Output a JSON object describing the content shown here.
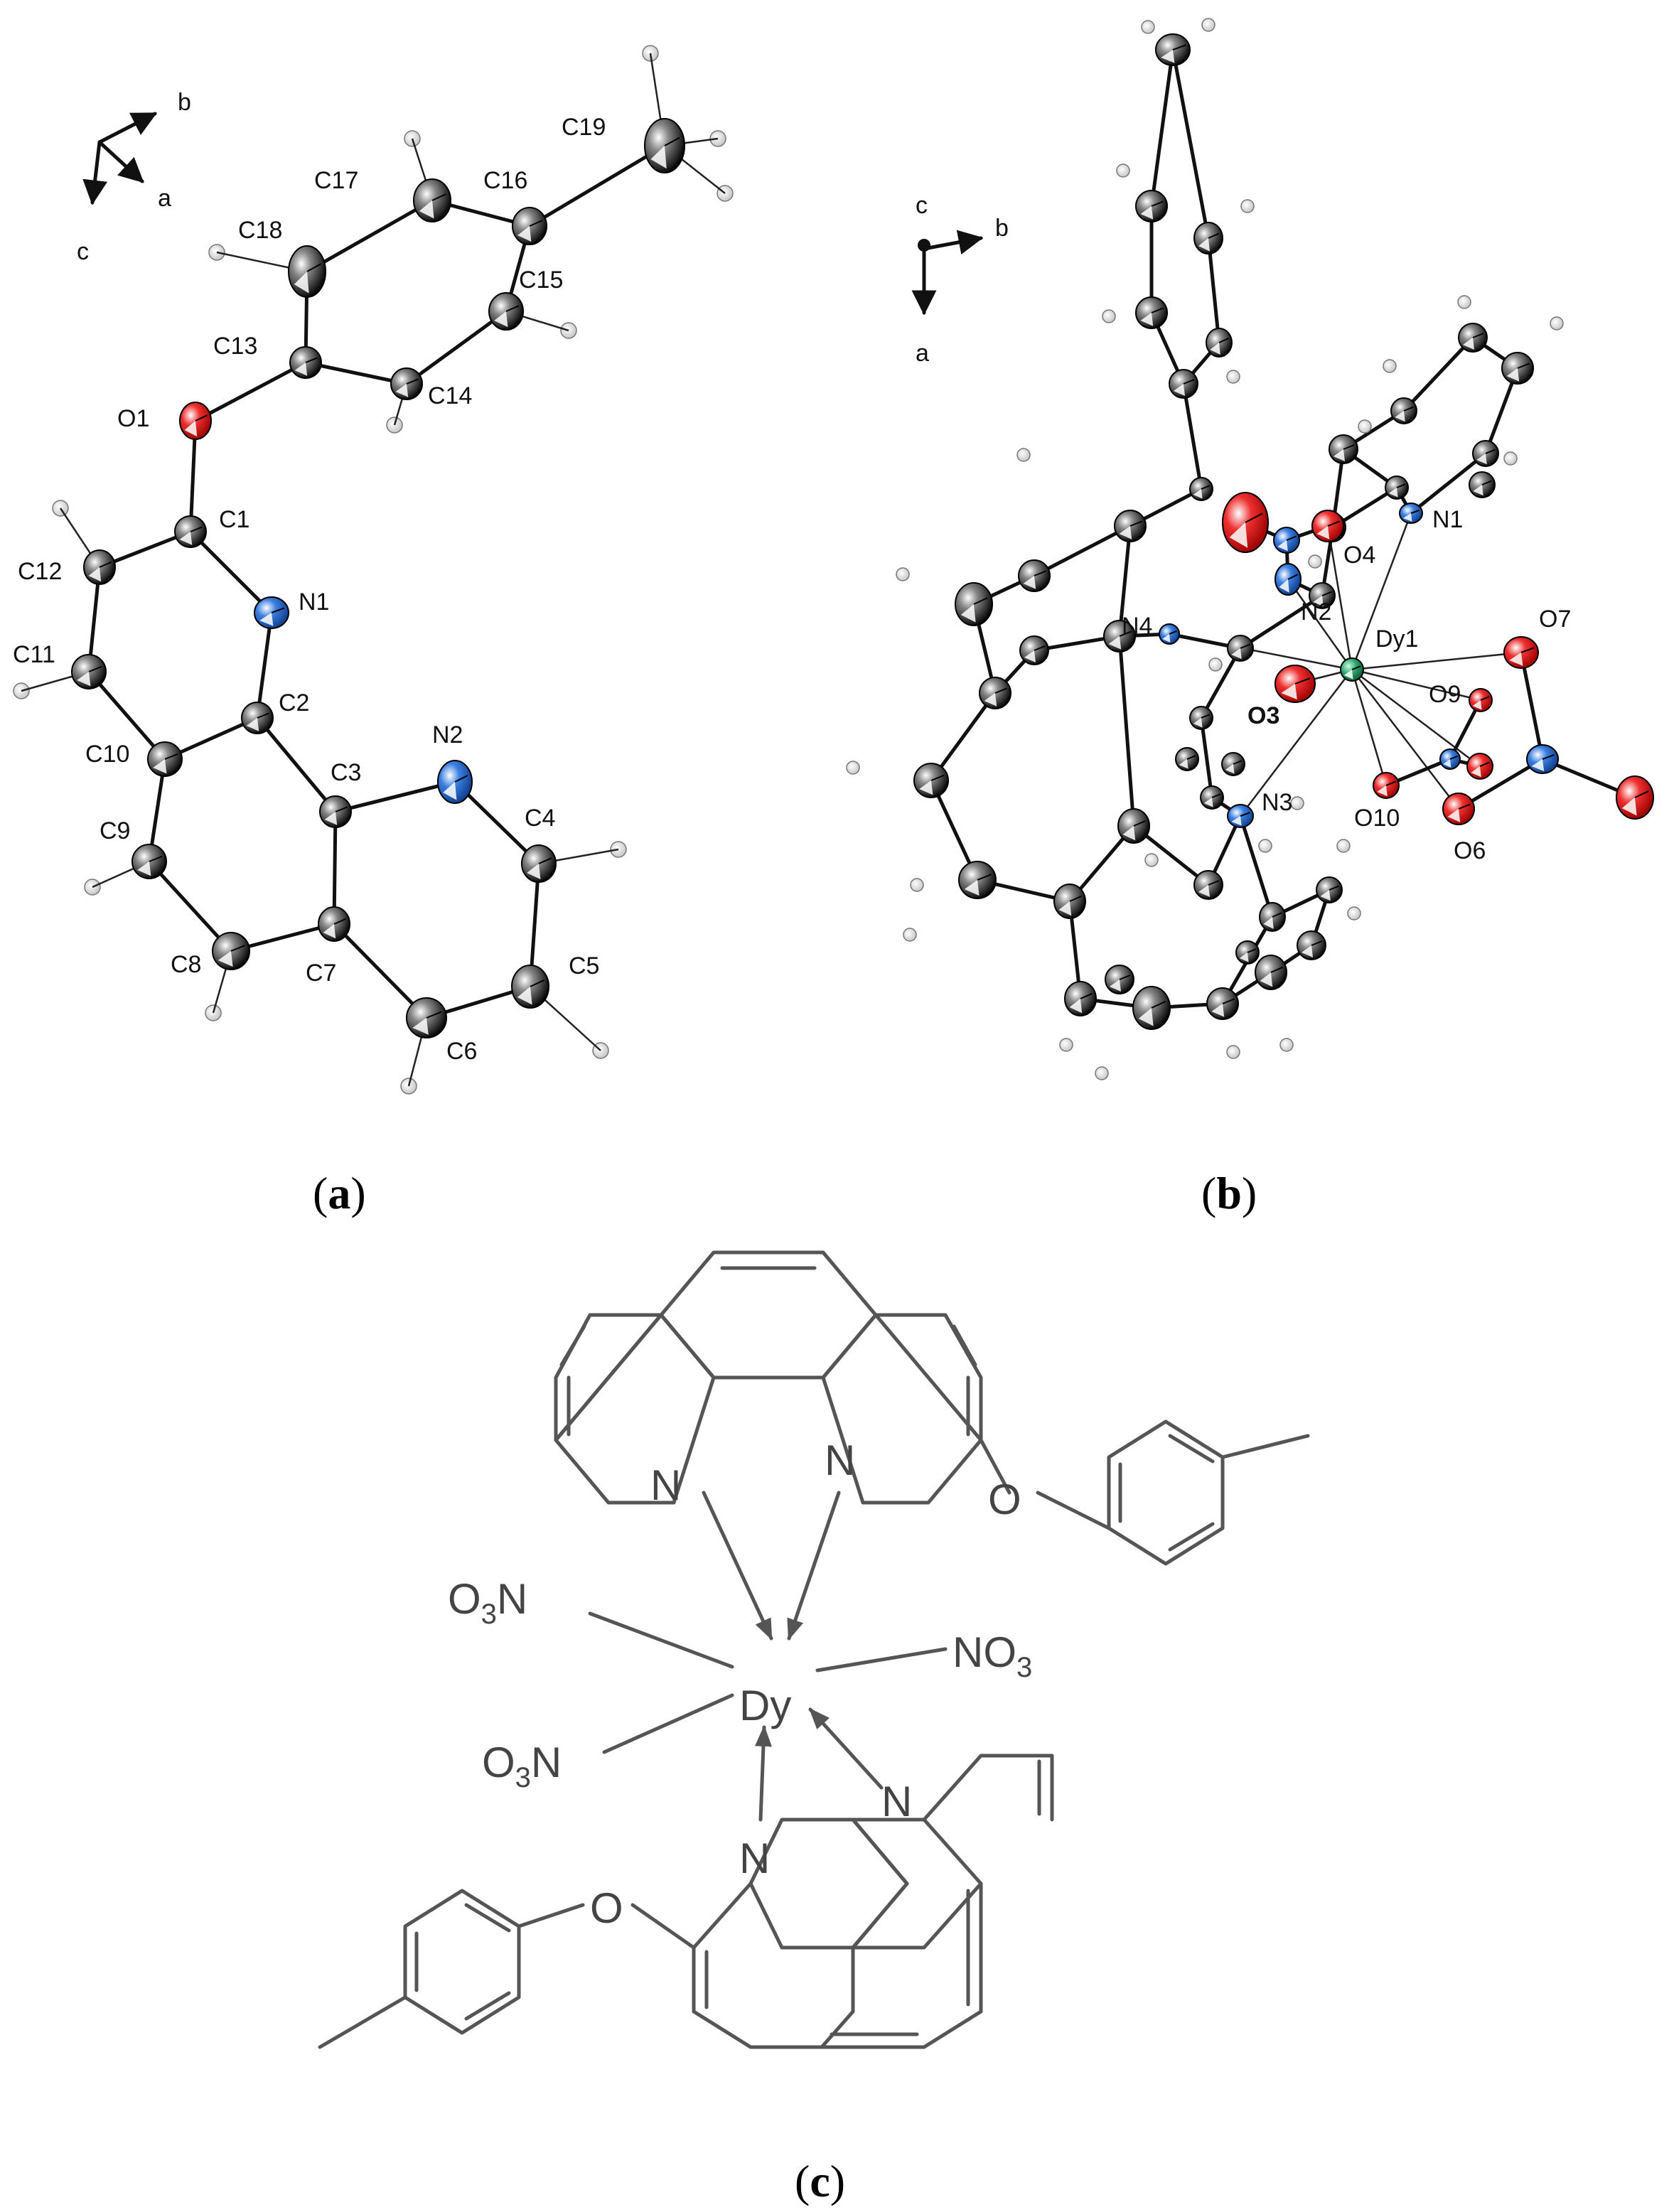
{
  "panels": [
    {
      "id": "a",
      "label": "(a)",
      "bold": "a"
    },
    {
      "id": "b",
      "label": "(b)",
      "bold": "b"
    },
    {
      "id": "c",
      "label": "(c)",
      "bold": "c"
    }
  ],
  "panel_a": {
    "axes": {
      "b": "b",
      "a": "a",
      "c": "c"
    },
    "atoms": [
      "C19",
      "C17",
      "C16",
      "C18",
      "C15",
      "C13",
      "C14",
      "O1",
      "C1",
      "C12",
      "N1",
      "C11",
      "C2",
      "C10",
      "C3",
      "N2",
      "C4",
      "C9",
      "C7",
      "C8",
      "C5",
      "C6"
    ]
  },
  "panel_b": {
    "axes": {
      "c": "c",
      "b": "b",
      "a": "a"
    },
    "atoms": [
      "O4",
      "N1",
      "N2",
      "N4",
      "Dy1",
      "O7",
      "O3",
      "O9",
      "N3",
      "O10",
      "O6"
    ]
  },
  "panel_c": {
    "metal": "Dy",
    "ligand_labels": {
      "N": "N",
      "O": "O"
    },
    "nitrate_left_top": {
      "o": "O",
      "sub": "3",
      "n": "N"
    },
    "nitrate_left_bottom": {
      "o": "O",
      "sub": "3",
      "n": "N"
    },
    "nitrate_right": {
      "n": "NO",
      "sub": "3"
    }
  },
  "colors": {
    "carbon": "#111111",
    "oxygen": "#e8141c",
    "nitrogen": "#2c6fd6",
    "dysprosium": "#2aa36b",
    "hydrogen": "#eeeeee",
    "line_drawing": "#555555"
  }
}
